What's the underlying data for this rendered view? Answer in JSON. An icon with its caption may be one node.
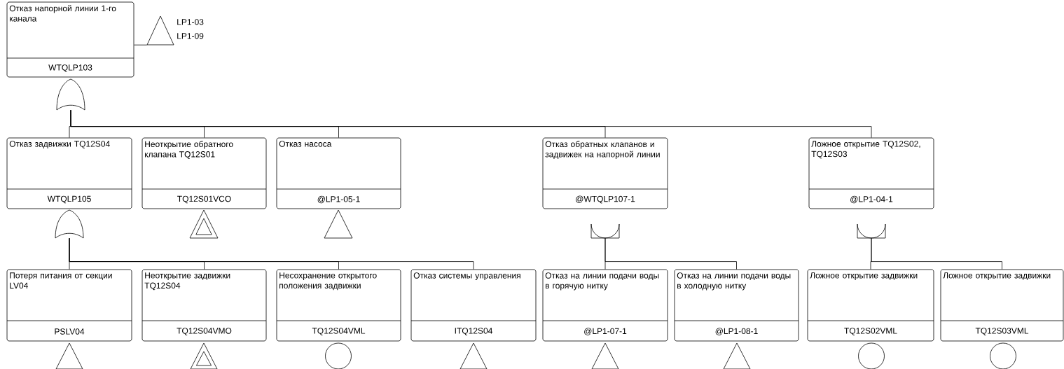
{
  "diagram": {
    "nodes": [
      {
        "text": [
          "Отказ напорной линии 1-го канала",
          "WTQLP103"
        ]
      },
      {
        "text": [],
        "shape": "triangle",
        "beside": [
          "LP1-03",
          "LP1-09"
        ]
      },
      {
        "text": [],
        "shape": "or-gate"
      },
      {
        "text": [
          "Отказ задвижки TQ12S04",
          "WTQLP105"
        ]
      },
      {
        "text": [
          "Неоткрытие обратного клапана TQ12S01",
          "TQ12S01VCO"
        ]
      },
      {
        "text": [
          "Отказ насоса",
          "@LP1-05-1"
        ]
      },
      {
        "text": [
          "Отказ обратных клапанов и задвижек на напорной линии",
          "@WTQLP107-1"
        ]
      },
      {
        "text": [
          "Ложное открытие TQ12S02, TQ12S03",
          "@LP1-04-1"
        ]
      },
      {
        "text": [],
        "shape": "or-gate"
      },
      {
        "text": [],
        "shape": "double-triangle"
      },
      {
        "text": [],
        "shape": "triangle"
      },
      {
        "text": [],
        "shape": "and-gate"
      },
      {
        "text": [],
        "shape": "and-gate"
      },
      {
        "text": [
          "Потеря питания от секции LV04",
          "PSLV04"
        ]
      },
      {
        "text": [
          "Неоткрытие задвижки TQ12S04",
          "TQ12S04VMO"
        ]
      },
      {
        "text": [
          "Несохранение открытого положения задвижки",
          "TQ12S04VML"
        ]
      },
      {
        "text": [
          "Отказ системы управления",
          "ITQ12S04"
        ]
      },
      {
        "text": [
          "Отказ на линии подачи воды в горячую нитку",
          "@LP1-07-1"
        ]
      },
      {
        "text": [
          "Отказ на линии подачи воды в холодную нитку",
          "@LP1-08-1"
        ]
      },
      {
        "text": [
          "Ложное открытие задвижки",
          "TQ12S02VML"
        ]
      },
      {
        "text": [
          "Ложное открытие задвижки",
          "TQ12S03VML"
        ]
      },
      {
        "text": [],
        "shape": "triangle"
      },
      {
        "text": [],
        "shape": "double-triangle"
      },
      {
        "text": [],
        "shape": "circle"
      },
      {
        "text": [],
        "shape": "triangle"
      },
      {
        "text": [],
        "shape": "triangle"
      },
      {
        "text": [],
        "shape": "triangle"
      },
      {
        "text": [],
        "shape": "circle"
      },
      {
        "text": [],
        "shape": "circle"
      }
    ],
    "edges": [
      {
        "from": 0,
        "to": 1,
        "arrow": "none"
      },
      {
        "from": 2,
        "to": 3,
        "arrow": "none"
      },
      {
        "from": 2,
        "to": 4,
        "arrow": "none"
      },
      {
        "from": 2,
        "to": 5,
        "arrow": "none"
      },
      {
        "from": 2,
        "to": 6,
        "arrow": "none"
      },
      {
        "from": 2,
        "to": 7,
        "arrow": "none"
      },
      {
        "from": 8,
        "to": 13,
        "arrow": "none"
      },
      {
        "from": 8,
        "to": 14,
        "arrow": "none"
      },
      {
        "from": 8,
        "to": 15,
        "arrow": "none"
      },
      {
        "from": 8,
        "to": 16,
        "arrow": "none"
      },
      {
        "from": 11,
        "to": 17,
        "arrow": "none"
      },
      {
        "from": 11,
        "to": 18,
        "arrow": "none"
      },
      {
        "from": 12,
        "to": 19,
        "arrow": "none"
      },
      {
        "from": 12,
        "to": 20,
        "arrow": "none"
      }
    ]
  }
}
